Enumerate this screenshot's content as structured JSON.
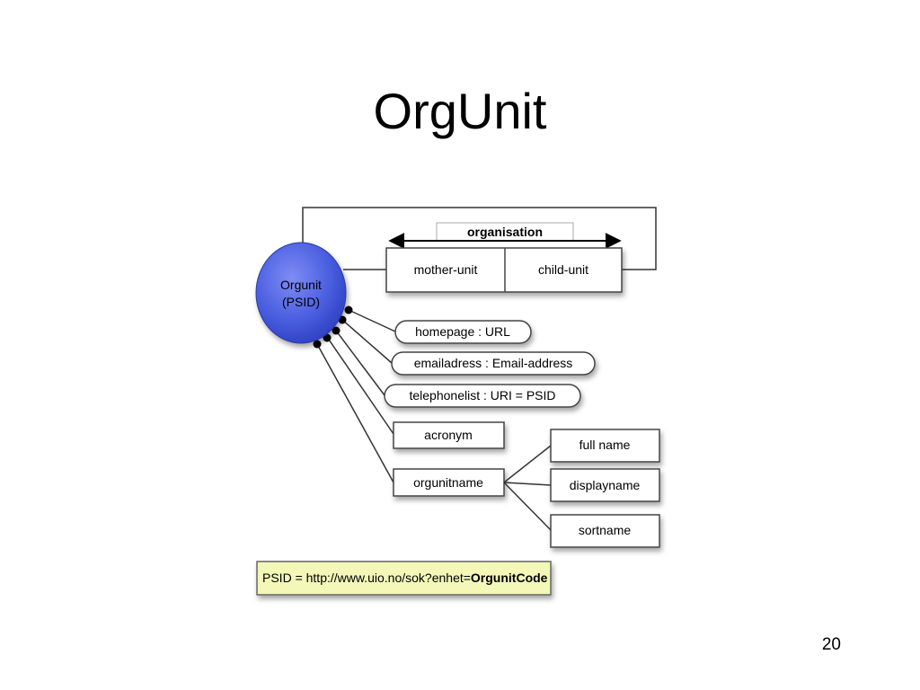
{
  "slide": {
    "title": "OrgUnit",
    "page_number": "20"
  },
  "diagram": {
    "entity": {
      "line1": "Orgunit",
      "line2": "(PSID)"
    },
    "organisation_label": "organisation",
    "relation_boxes": [
      "mother-unit",
      "child-unit"
    ],
    "attributes_oval": [
      "homepage : URL",
      "emailadress : Email-address",
      "telephonelist : URI = PSID"
    ],
    "attributes_box": [
      "acronym",
      "orgunitname"
    ],
    "name_parts": [
      "full name",
      "displayname",
      "sortname"
    ],
    "footnote": {
      "prefix": "PSID = http://www.uio.no/sok?enhet=",
      "bold": "OrgunitCode"
    }
  },
  "colors": {
    "entity_fill": "#4a5fe0",
    "footnote_fill": "#f3f7b8"
  }
}
